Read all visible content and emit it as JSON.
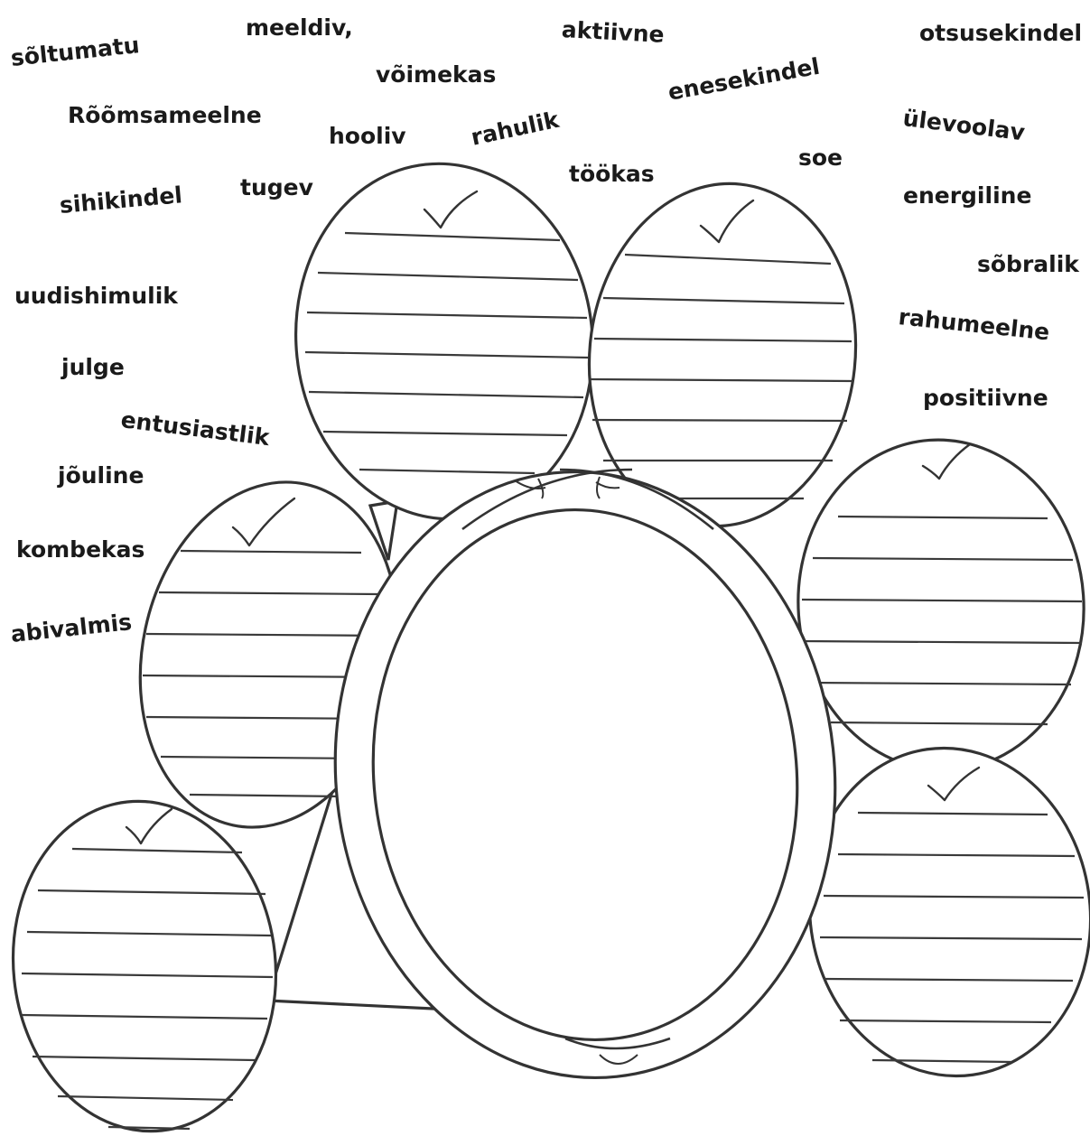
{
  "words": [
    {
      "id": "soltumatu",
      "text": "sõltumatu"
    },
    {
      "id": "meeldiv",
      "text": "meeldiv,"
    },
    {
      "id": "aktiivne",
      "text": "aktiivne"
    },
    {
      "id": "otsusekindel",
      "text": "otsusekindel"
    },
    {
      "id": "voimekas",
      "text": "võimekas"
    },
    {
      "id": "enesekindel",
      "text": "enesekindel"
    },
    {
      "id": "roomsameelne",
      "text": "Rõõmsameelne"
    },
    {
      "id": "ulevoolav",
      "text": "ülevoolav"
    },
    {
      "id": "hooliv",
      "text": "hooliv"
    },
    {
      "id": "rahulik",
      "text": "rahulik"
    },
    {
      "id": "soe",
      "text": "soe"
    },
    {
      "id": "tookas",
      "text": "töökas"
    },
    {
      "id": "sihikindel",
      "text": "sihikindel"
    },
    {
      "id": "tugev",
      "text": "tugev"
    },
    {
      "id": "energiline",
      "text": "energiline"
    },
    {
      "id": "sobralik",
      "text": "sõbralik"
    },
    {
      "id": "uudishimulik",
      "text": "uudishimulik"
    },
    {
      "id": "rahumeelne",
      "text": "rahumeelne"
    },
    {
      "id": "julge",
      "text": "julge"
    },
    {
      "id": "positiivne",
      "text": "positiivne"
    },
    {
      "id": "entusiastlik",
      "text": "entusiastlik"
    },
    {
      "id": "jouline",
      "text": "jõuline"
    },
    {
      "id": "kombekas",
      "text": "kombekas"
    },
    {
      "id": "abivalmis",
      "text": "abivalmis"
    }
  ]
}
